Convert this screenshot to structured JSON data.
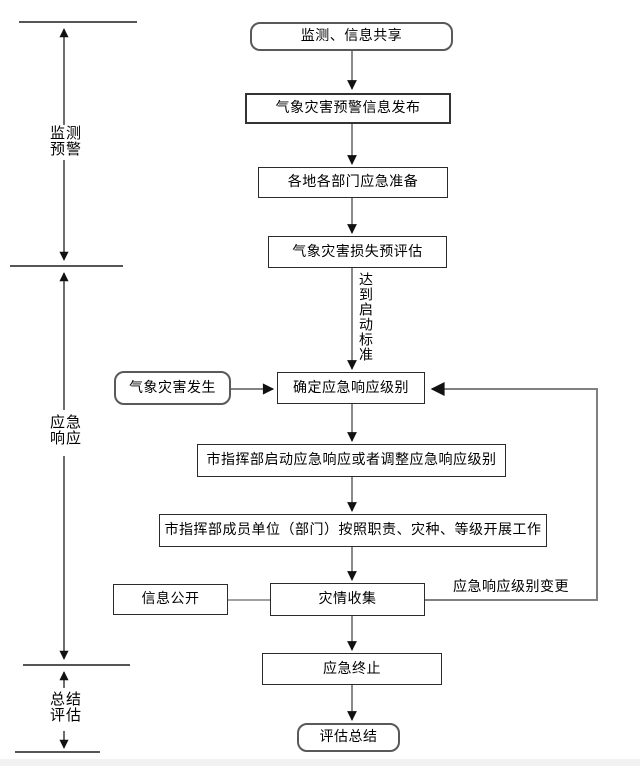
{
  "nodes": {
    "monitor_share": "监测、信息共享",
    "warning_release": "气象灾害预警信息发布",
    "preparation": "各地各部门应急准备",
    "loss_preassess": "气象灾害损失预评估",
    "disaster_occur": "气象灾害发生",
    "determine_level": "确定应急响应级别",
    "start_or_adjust": "市指挥部启动应急响应或者调整应急响应级别",
    "members_work": "市指挥部成员单位（部门）按照职责、灾种、等级开展工作",
    "info_public": "信息公开",
    "disaster_collect": "灾情收集",
    "emergency_end": "应急终止",
    "eval_summary": "评估总结"
  },
  "edge_labels": {
    "reach_standard": "达到启动标准",
    "level_change": "应急响应级别变更"
  },
  "phases": [
    {
      "lines": [
        "监测",
        "预警"
      ]
    },
    {
      "lines": [
        "应急",
        "响应"
      ]
    },
    {
      "lines": [
        "总结",
        "评估"
      ]
    }
  ],
  "colors": {
    "line_main": "#595959",
    "line_left": "#1f1f1f",
    "line_feedback": "#808080",
    "arrowhead": "#111111",
    "box_border": "#2b2b2b",
    "rounded_border": "#595959"
  }
}
